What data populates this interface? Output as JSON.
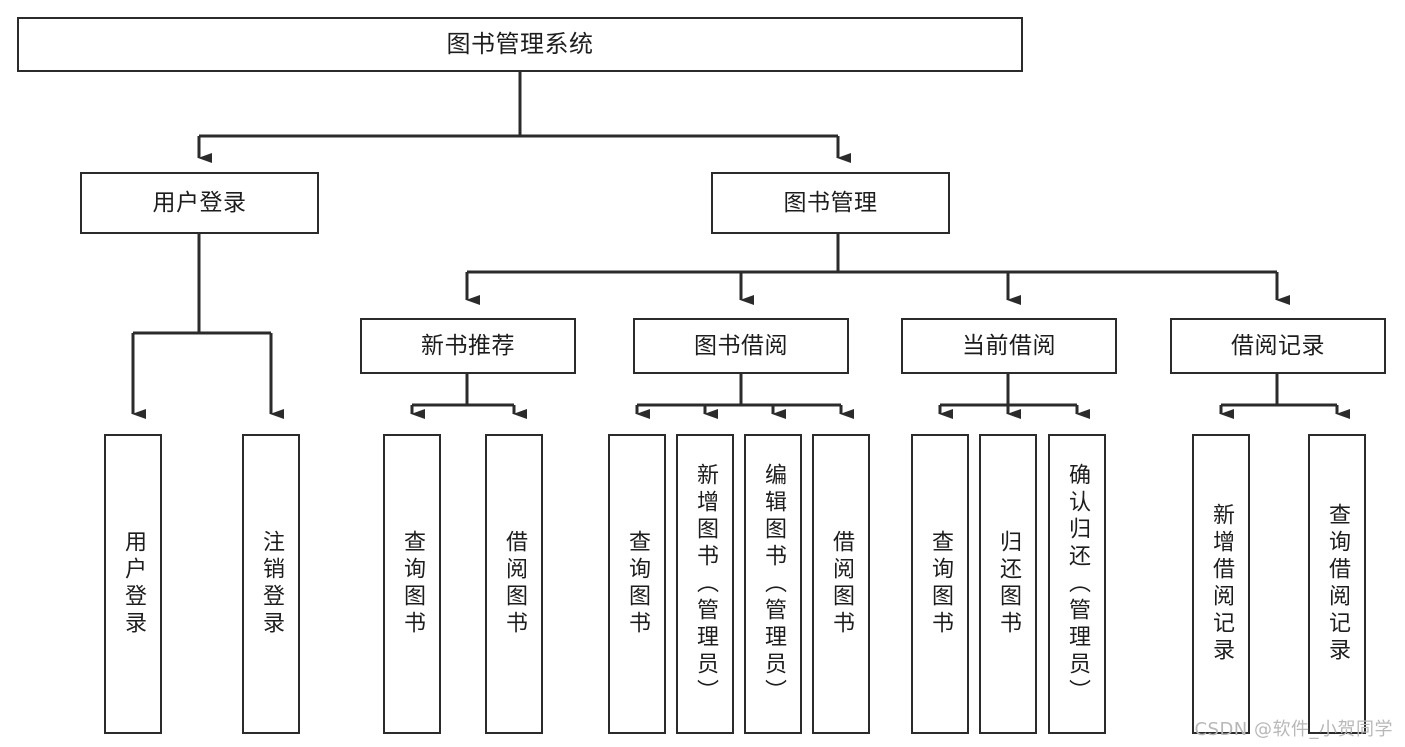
{
  "diagram": {
    "title": "图书管理系统",
    "type": "hierarchy-tree",
    "watermark": "CSDN @软件_小贺同学",
    "colors": {
      "background": "#ffffff",
      "box_border": "#2b2b2b",
      "box_fill": "#ffffff",
      "text": "#1d1d1d",
      "connector": "#2b2b2b",
      "watermark": "#b8b8b8"
    }
  },
  "nodes": {
    "root": {
      "label": "图书管理系统"
    },
    "level1": [
      {
        "label": "用户登录"
      },
      {
        "label": "图书管理"
      }
    ],
    "level2": [
      {
        "label": "新书推荐"
      },
      {
        "label": "图书借阅"
      },
      {
        "label": "当前借阅"
      },
      {
        "label": "借阅记录"
      }
    ],
    "leaves": {
      "user_login": [
        {
          "label": "用户登录"
        },
        {
          "label": "注销登录"
        }
      ],
      "new_book_recommend": [
        {
          "label": "查询图书"
        },
        {
          "label": "借阅图书"
        }
      ],
      "book_borrow": [
        {
          "label": "查询图书"
        },
        {
          "label": "新增图书（管理员）"
        },
        {
          "label": "编辑图书（管理员）"
        },
        {
          "label": "借阅图书"
        }
      ],
      "current_borrow": [
        {
          "label": "查询图书"
        },
        {
          "label": "归还图书"
        },
        {
          "label": "确认归还（管理员）"
        }
      ],
      "borrow_record": [
        {
          "label": "新增借阅记录"
        },
        {
          "label": "查询借阅记录"
        }
      ]
    }
  }
}
